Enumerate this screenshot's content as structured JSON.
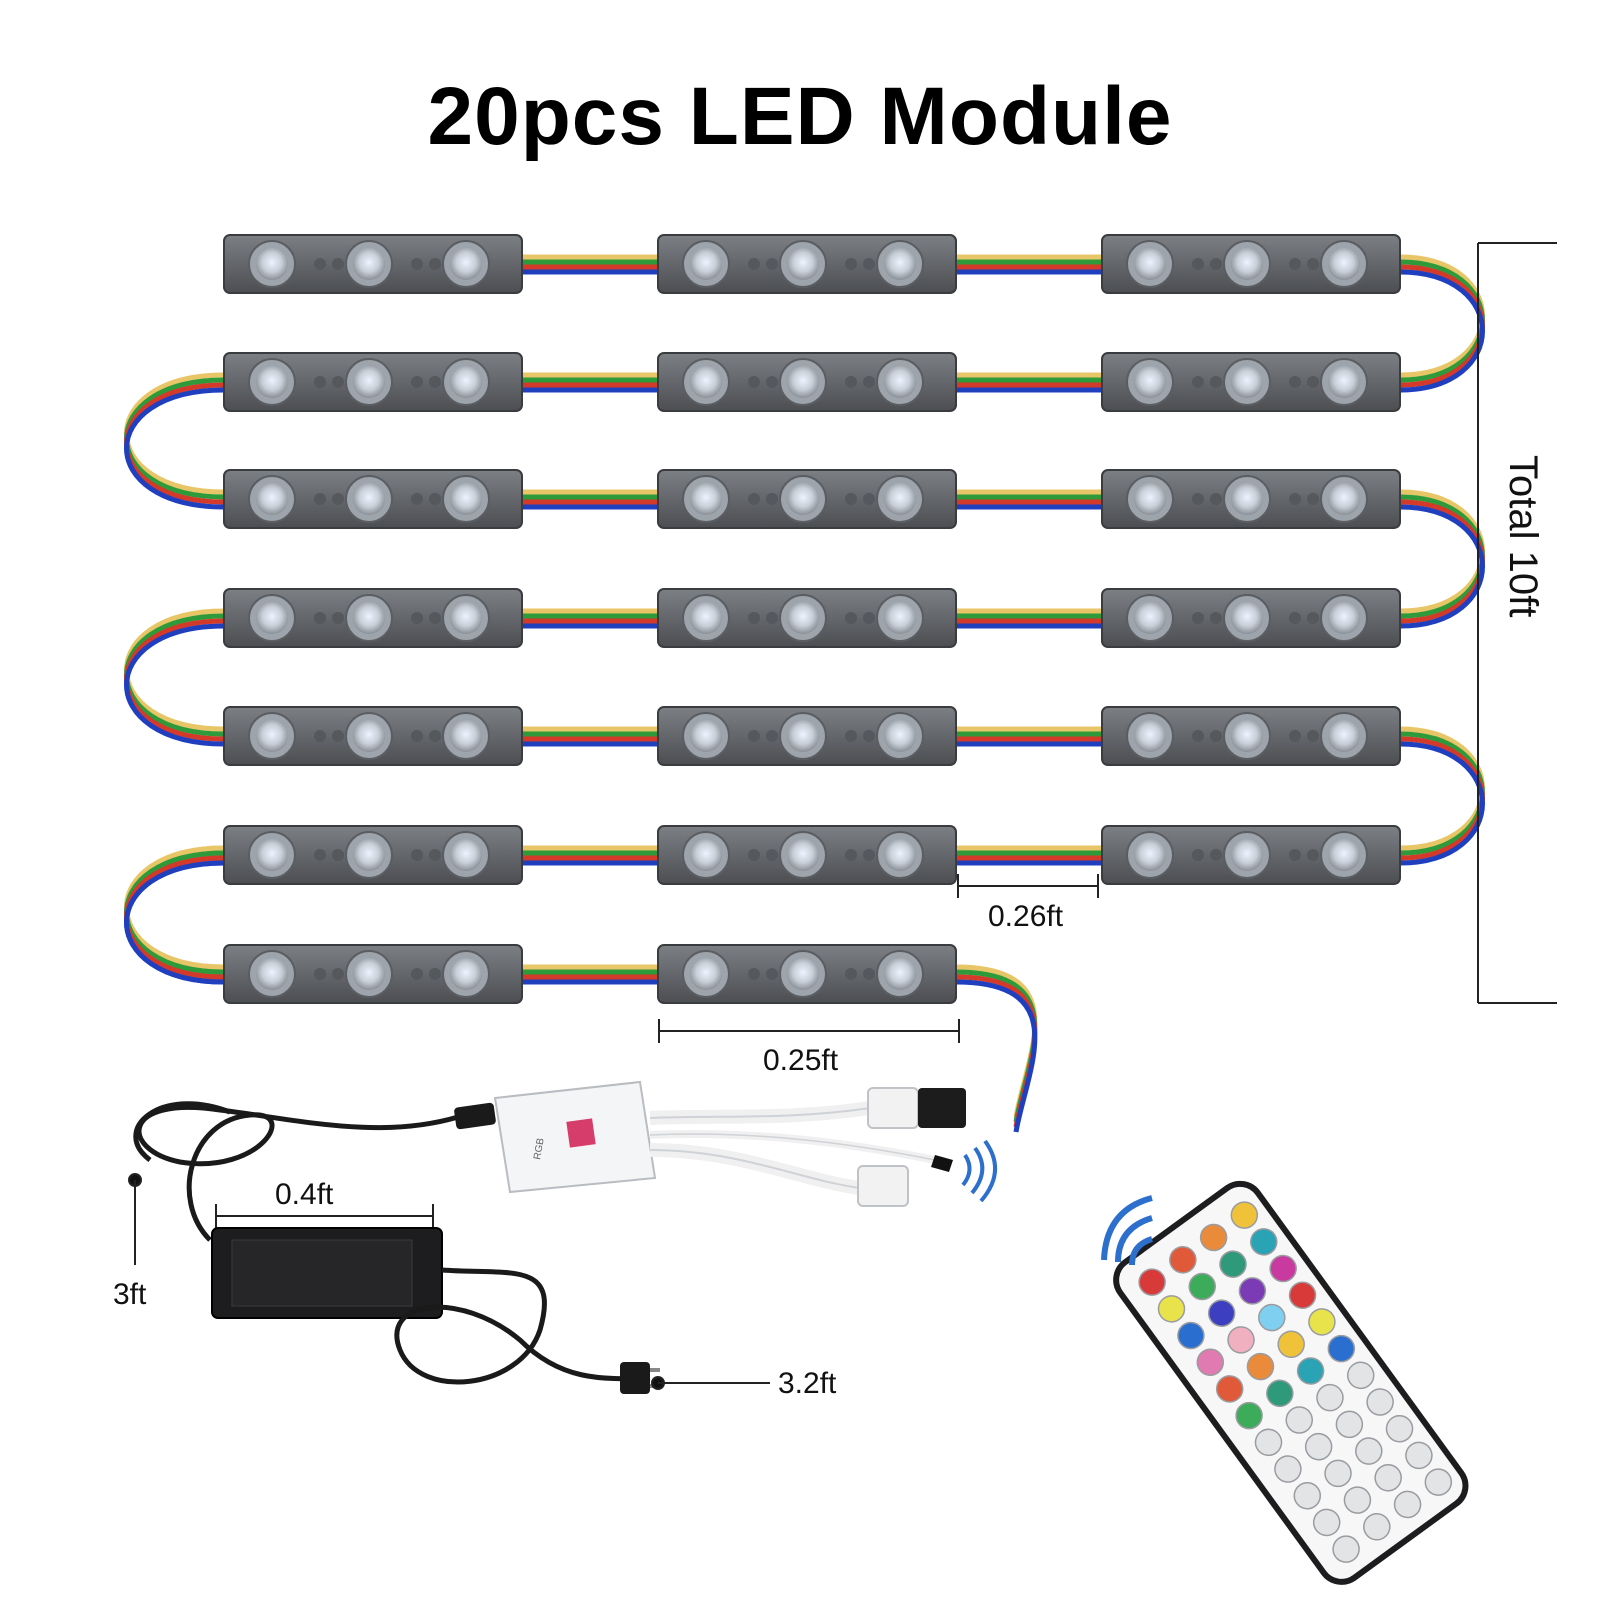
{
  "title": "20pcs LED Module",
  "dimensions": {
    "total_length": "Total 10ft",
    "module_length": "0.25ft",
    "module_spacing": "0.26ft",
    "adapter_length": "0.4ft",
    "adapter_cable": "3ft",
    "power_cord": "3.2ft"
  },
  "product": {
    "module_count": 20,
    "leds_per_module": 3,
    "wire_colors": [
      "#e8c566",
      "#2f9a3a",
      "#d33a2a",
      "#1f3fbf"
    ]
  }
}
